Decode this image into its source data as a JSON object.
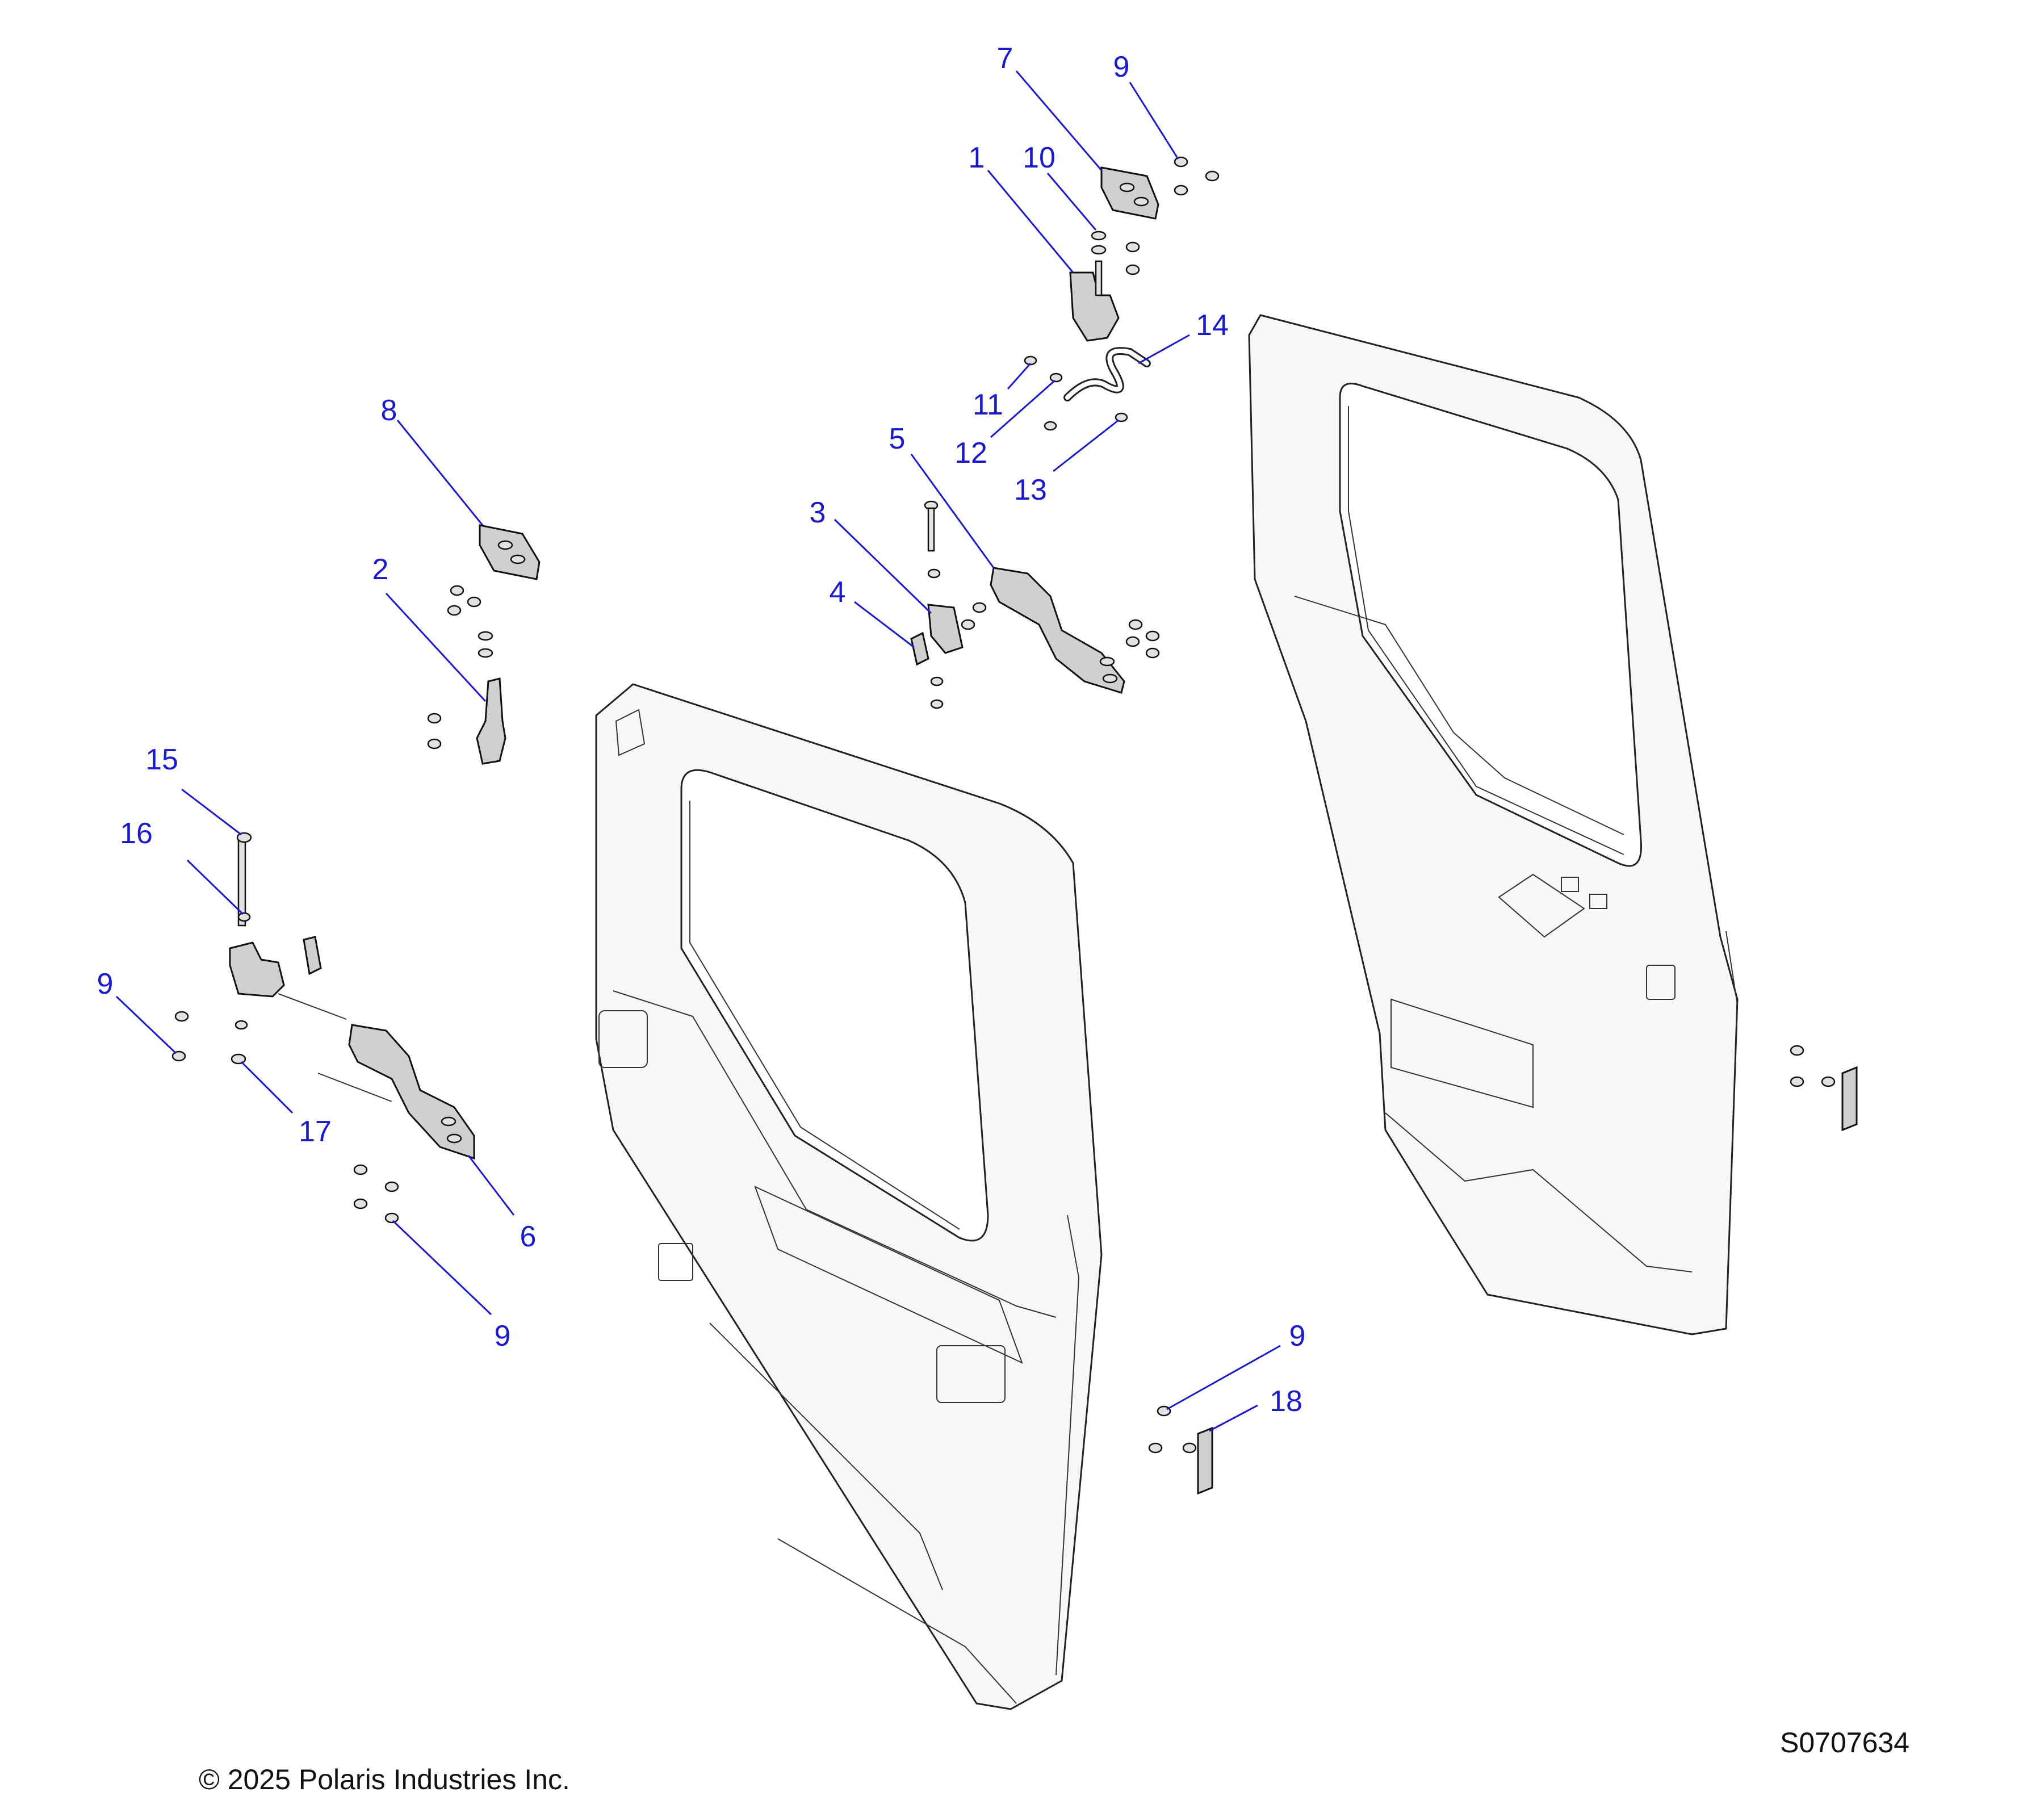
{
  "callouts": [
    {
      "label": "7"
    },
    {
      "label": "9"
    },
    {
      "label": "1"
    },
    {
      "label": "10"
    },
    {
      "label": "14"
    },
    {
      "label": "11"
    },
    {
      "label": "12"
    },
    {
      "label": "13"
    },
    {
      "label": "8"
    },
    {
      "label": "5"
    },
    {
      "label": "3"
    },
    {
      "label": "2"
    },
    {
      "label": "4"
    },
    {
      "label": "15"
    },
    {
      "label": "16"
    },
    {
      "label": "9"
    },
    {
      "label": "17"
    },
    {
      "label": "6"
    },
    {
      "label": "9"
    },
    {
      "label": "9"
    },
    {
      "label": "18"
    }
  ],
  "footer": {
    "copyright": "© 2025 Polaris Industries Inc.",
    "drawing_id": "S0707634"
  }
}
